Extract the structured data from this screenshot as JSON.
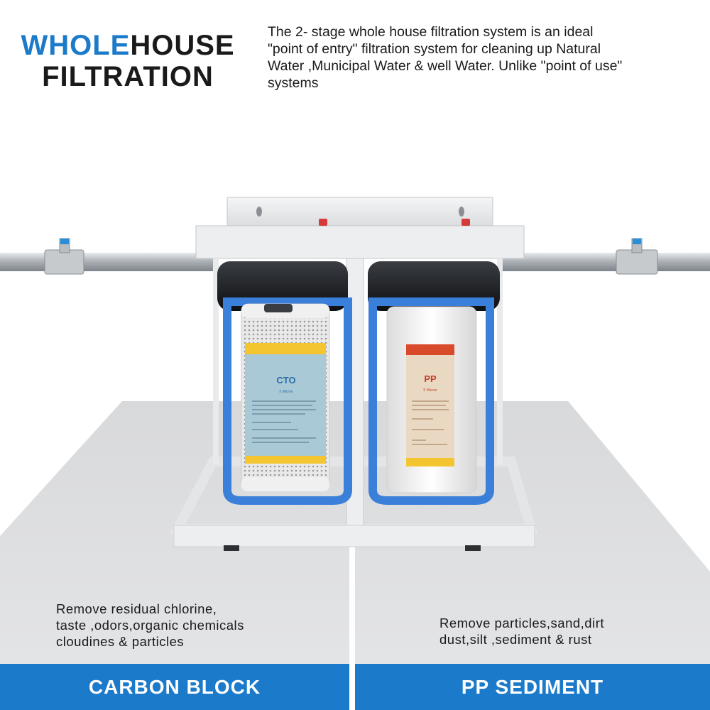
{
  "title": {
    "part1": "WHOLE",
    "part2": "HOUSE",
    "line2": "FILTRATION"
  },
  "intro": "The 2- stage  whole house filtration system is an ideal\n \"point of entry\" filtration system for cleaning up Natural\nWater ,Municipal Water & well Water. Unlike \"point of use\"\nsystems",
  "filters": {
    "left": {
      "label": "CTO",
      "sublabel": "5 Micron"
    },
    "right": {
      "label": "PP",
      "sublabel": "5 Micron"
    }
  },
  "stages": [
    {
      "description": "Remove residual chlorine,\ntaste ,odors,organic chemicals\ncloudines & particles",
      "name": "CARBON BLOCK"
    },
    {
      "description": "Remove particles,sand,dirt\ndust,silt ,sediment & rust",
      "name": "PP SEDIMENT"
    }
  ],
  "colors": {
    "accent": "#1b7ac9",
    "housing_blue": "#3a7fd9",
    "label_yellow": "#f2c531",
    "label_red": "#d94a2a"
  }
}
